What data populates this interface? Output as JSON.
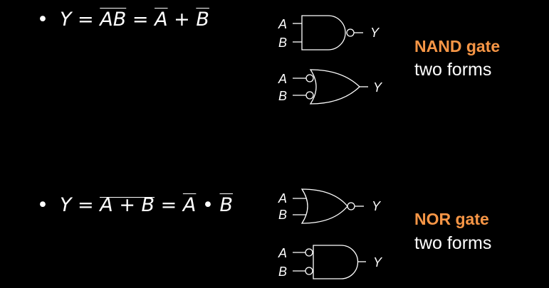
{
  "nand": {
    "equation": {
      "bullet": "•",
      "y": "Y",
      "eq1": "=",
      "ab_bar": "AB",
      "eq2": "=",
      "a_bar": "A",
      "op": "+",
      "b_bar": "B"
    },
    "title": "NAND gate",
    "subtitle": "two forms",
    "input_a": "A",
    "input_b": "B",
    "output": "Y"
  },
  "nor": {
    "equation": {
      "bullet": "•",
      "y": "Y",
      "eq1": "=",
      "sum_a": "A",
      "sum_op": "+",
      "sum_b": "B",
      "eq2": "=",
      "a_bar": "A",
      "op": "•",
      "b_bar": "B"
    },
    "title": "NOR gate",
    "subtitle": "two forms",
    "input_a": "A",
    "input_b": "B",
    "output": "Y"
  }
}
